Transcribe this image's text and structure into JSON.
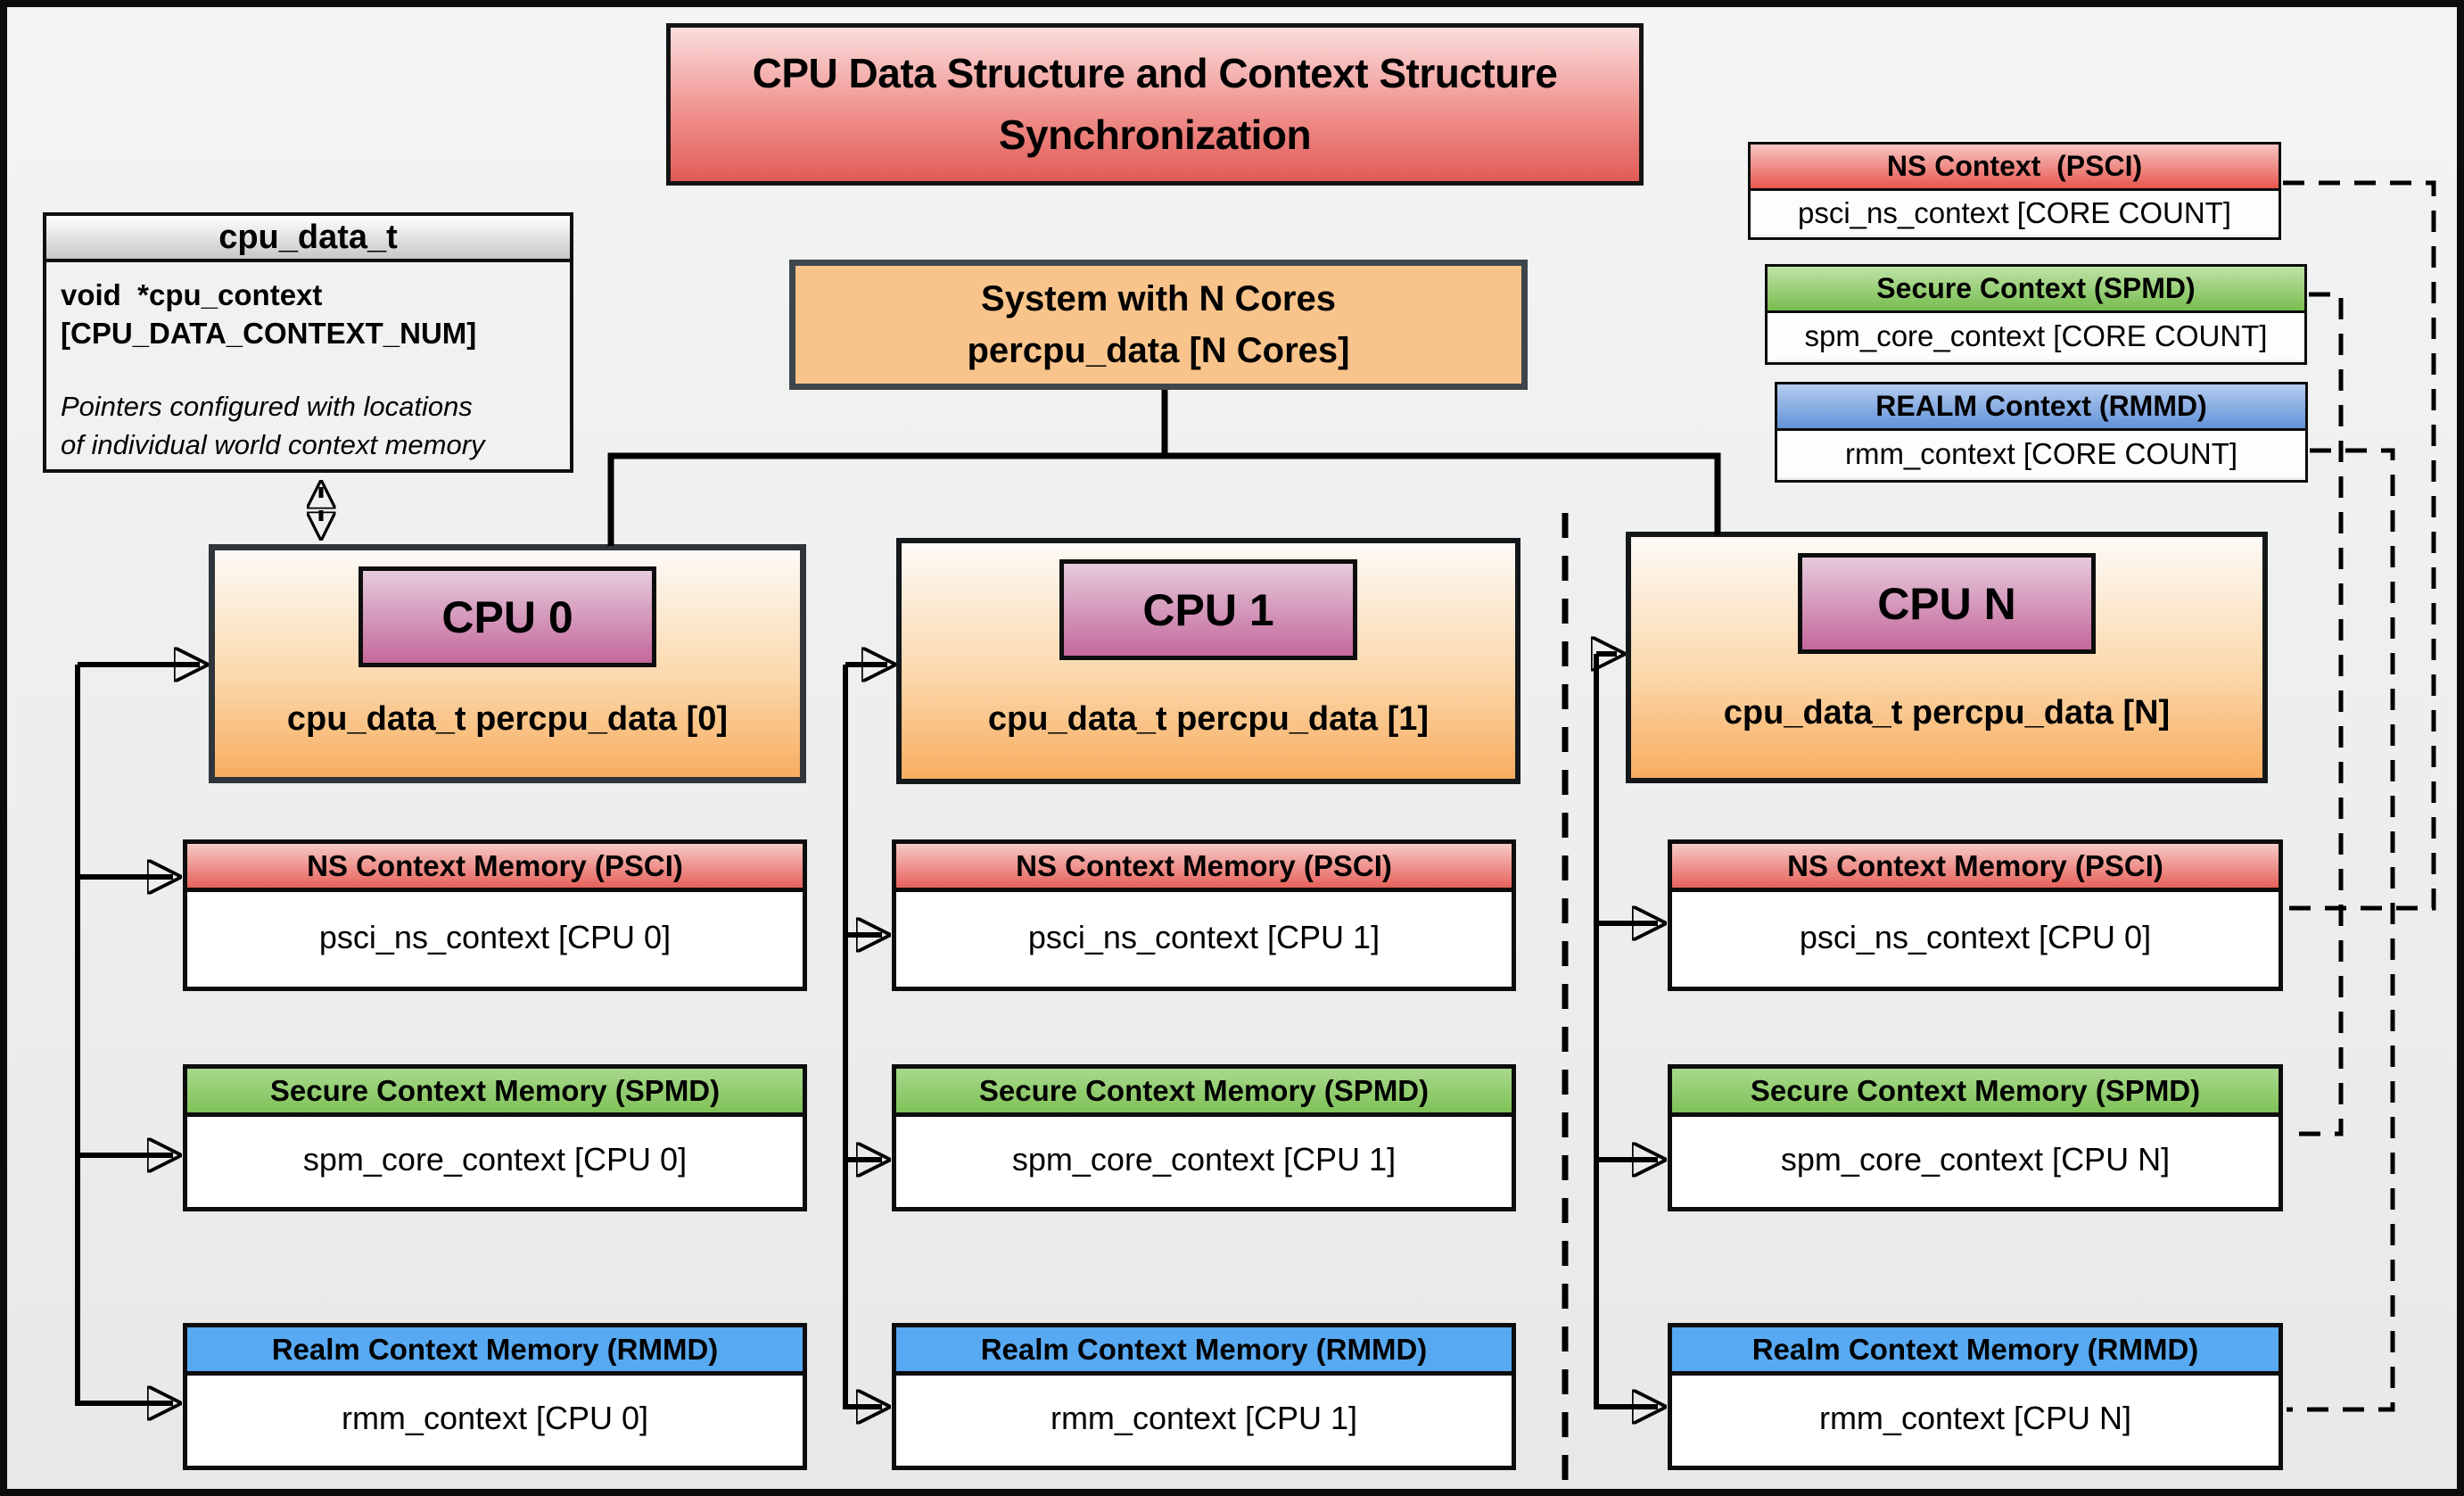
{
  "title": {
    "line1": "CPU Data Structure and Context Structure",
    "line2": "Synchronization"
  },
  "cpu_data_t": {
    "header": "cpu_data_t",
    "field_line1": "void  *cpu_context",
    "field_line2": "[CPU_DATA_CONTEXT_NUM]",
    "note_line1": "Pointers configured with locations",
    "note_line2": "of individual world context memory"
  },
  "system": {
    "line1": "System with N Cores",
    "line2": "percpu_data [N Cores]"
  },
  "legend": {
    "ns": {
      "header": "NS Context  (PSCI)",
      "body": "psci_ns_context [CORE COUNT]"
    },
    "secure": {
      "header": "Secure Context (SPMD)",
      "body": "spm_core_context [CORE COUNT]"
    },
    "realm": {
      "header": "REALM Context (RMMD)",
      "body": "rmm_context [CORE COUNT]"
    }
  },
  "columns": [
    {
      "label": "CPU 0",
      "data": "cpu_data_t percpu_data [0]",
      "ns": {
        "header": "NS Context Memory (PSCI)",
        "body": "psci_ns_context [CPU 0]"
      },
      "secure": {
        "header": "Secure Context Memory (SPMD)",
        "body": "spm_core_context [CPU 0]"
      },
      "realm": {
        "header": "Realm Context Memory (RMMD)",
        "body": "rmm_context [CPU 0]"
      }
    },
    {
      "label": "CPU 1",
      "data": "cpu_data_t percpu_data [1]",
      "ns": {
        "header": "NS Context Memory (PSCI)",
        "body": "psci_ns_context [CPU 1]"
      },
      "secure": {
        "header": "Secure Context Memory (SPMD)",
        "body": "spm_core_context [CPU 1]"
      },
      "realm": {
        "header": "Realm Context Memory (RMMD)",
        "body": "rmm_context [CPU 1]"
      }
    },
    {
      "label": "CPU N",
      "data": "cpu_data_t percpu_data [N]",
      "ns": {
        "header": "NS Context Memory (PSCI)",
        "body": "psci_ns_context [CPU 0]"
      },
      "secure": {
        "header": "Secure Context Memory (SPMD)",
        "body": "spm_core_context [CPU N]"
      },
      "realm": {
        "header": "Realm Context Memory (RMMD)",
        "body": "rmm_context [CPU N]"
      }
    }
  ],
  "colors": {
    "title_red": "#e25b56",
    "ns_header_red": "#e7615a",
    "secure_header_green": "#7fc258",
    "realm_header_blue": "#57a9f2",
    "legend_realm_blue": "#6292d8",
    "cpu_box_orange": "#f8ad60",
    "system_orange": "#f9c48b",
    "cpu_label_pink": "#c5689c",
    "struct_header_gray": "#c7c7c7",
    "background_gray": "#eceded",
    "line_black": "#000000"
  }
}
